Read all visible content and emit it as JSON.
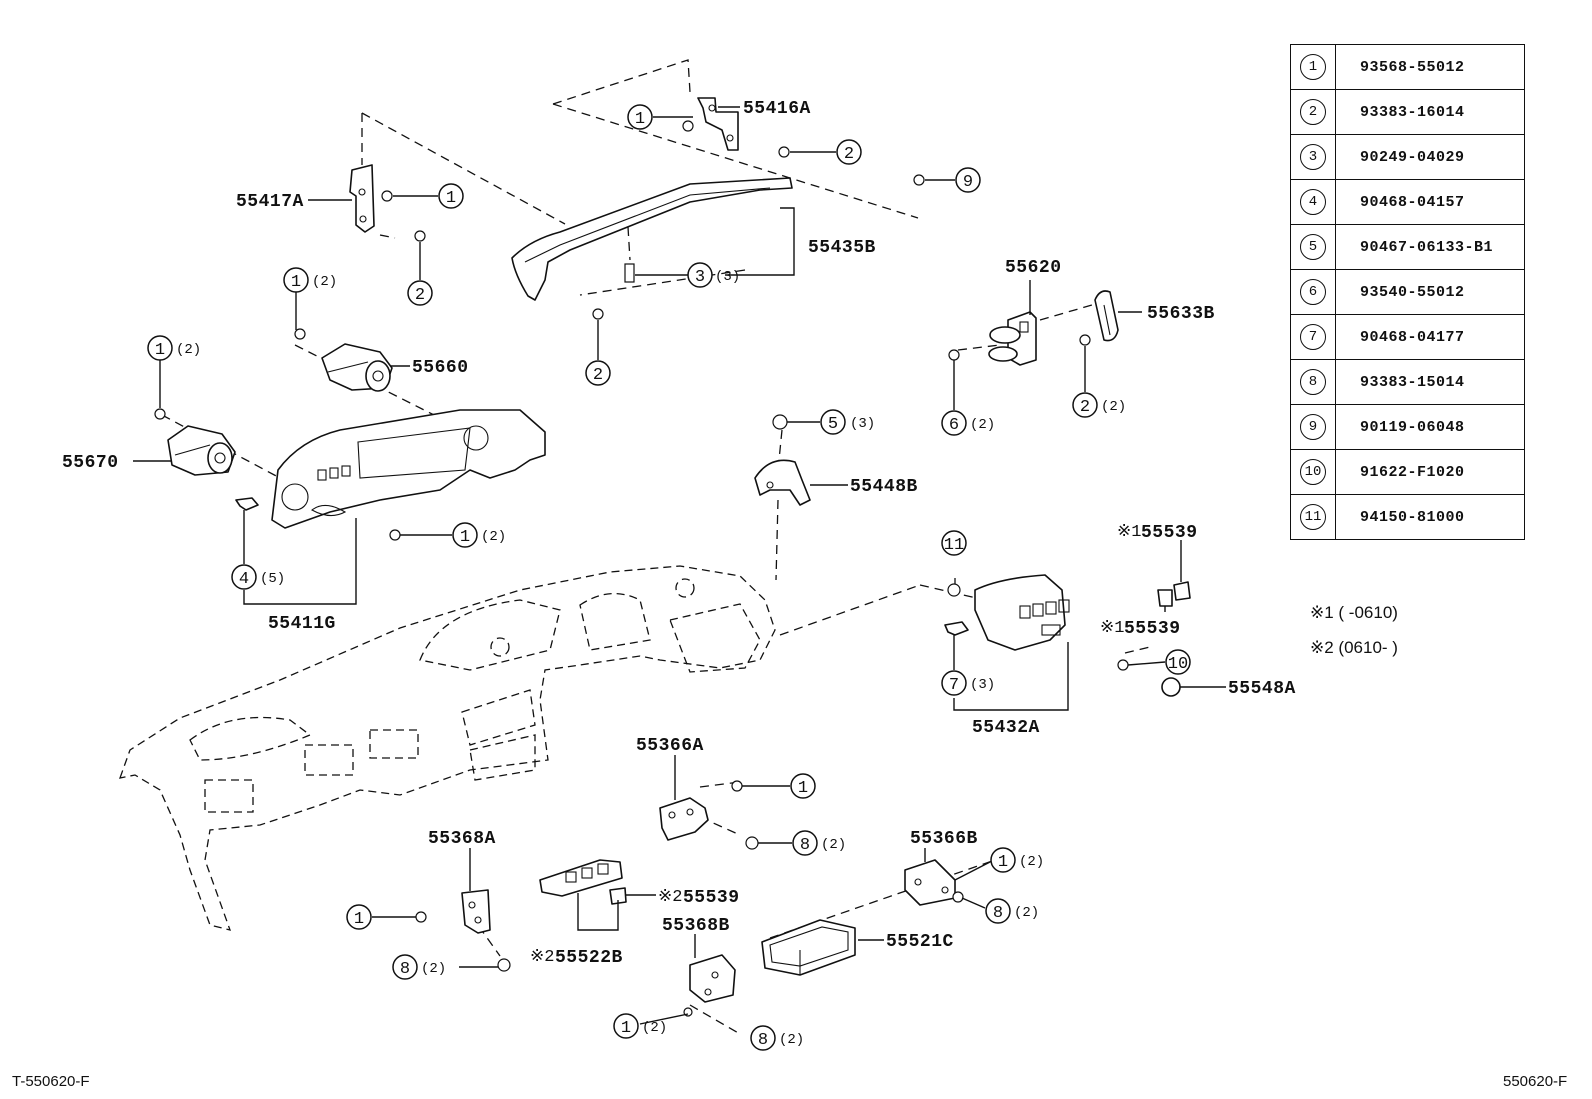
{
  "callouts": [
    "1",
    "2",
    "3",
    "4",
    "5",
    "6",
    "7",
    "8",
    "9",
    "10",
    "11"
  ],
  "quantities": {
    "q2": "(2)",
    "q3": "(3)",
    "q5": "(5)"
  },
  "parts": {
    "p55416A": "55416A",
    "p55417A": "55417A",
    "p55435B": "55435B",
    "p55660": "55660",
    "p55670": "55670",
    "p55411G": "55411G",
    "p55620": "55620",
    "p55633B": "55633B",
    "p55448B": "55448B",
    "p55539_top": "55539",
    "p55539_mid": "55539",
    "p55539_bot": "55539",
    "p55548A": "55548A",
    "p55432A": "55432A",
    "p55366A": "55366A",
    "p55368A": "55368A",
    "p55522B": "55522B",
    "p55366B": "55366B",
    "p55368B": "55368B",
    "p55521C": "55521C"
  },
  "marks": {
    "m1": "※1",
    "m2": "※2"
  },
  "legend": [
    {
      "num": "1",
      "part": "93568-55012"
    },
    {
      "num": "2",
      "part": "93383-16014"
    },
    {
      "num": "3",
      "part": "90249-04029"
    },
    {
      "num": "4",
      "part": "90468-04157"
    },
    {
      "num": "5",
      "part": "90467-06133-B1"
    },
    {
      "num": "6",
      "part": "93540-55012"
    },
    {
      "num": "7",
      "part": "90468-04177"
    },
    {
      "num": "8",
      "part": "93383-15014"
    },
    {
      "num": "9",
      "part": "90119-06048"
    },
    {
      "num": "10",
      "part": "91622-F1020"
    },
    {
      "num": "11",
      "part": "94150-81000"
    }
  ],
  "notes": {
    "n1": "※1 (        -0610)",
    "n2": "※2 (0610-        )"
  },
  "footer": {
    "left": "T-550620-F",
    "right": "550620-F"
  }
}
